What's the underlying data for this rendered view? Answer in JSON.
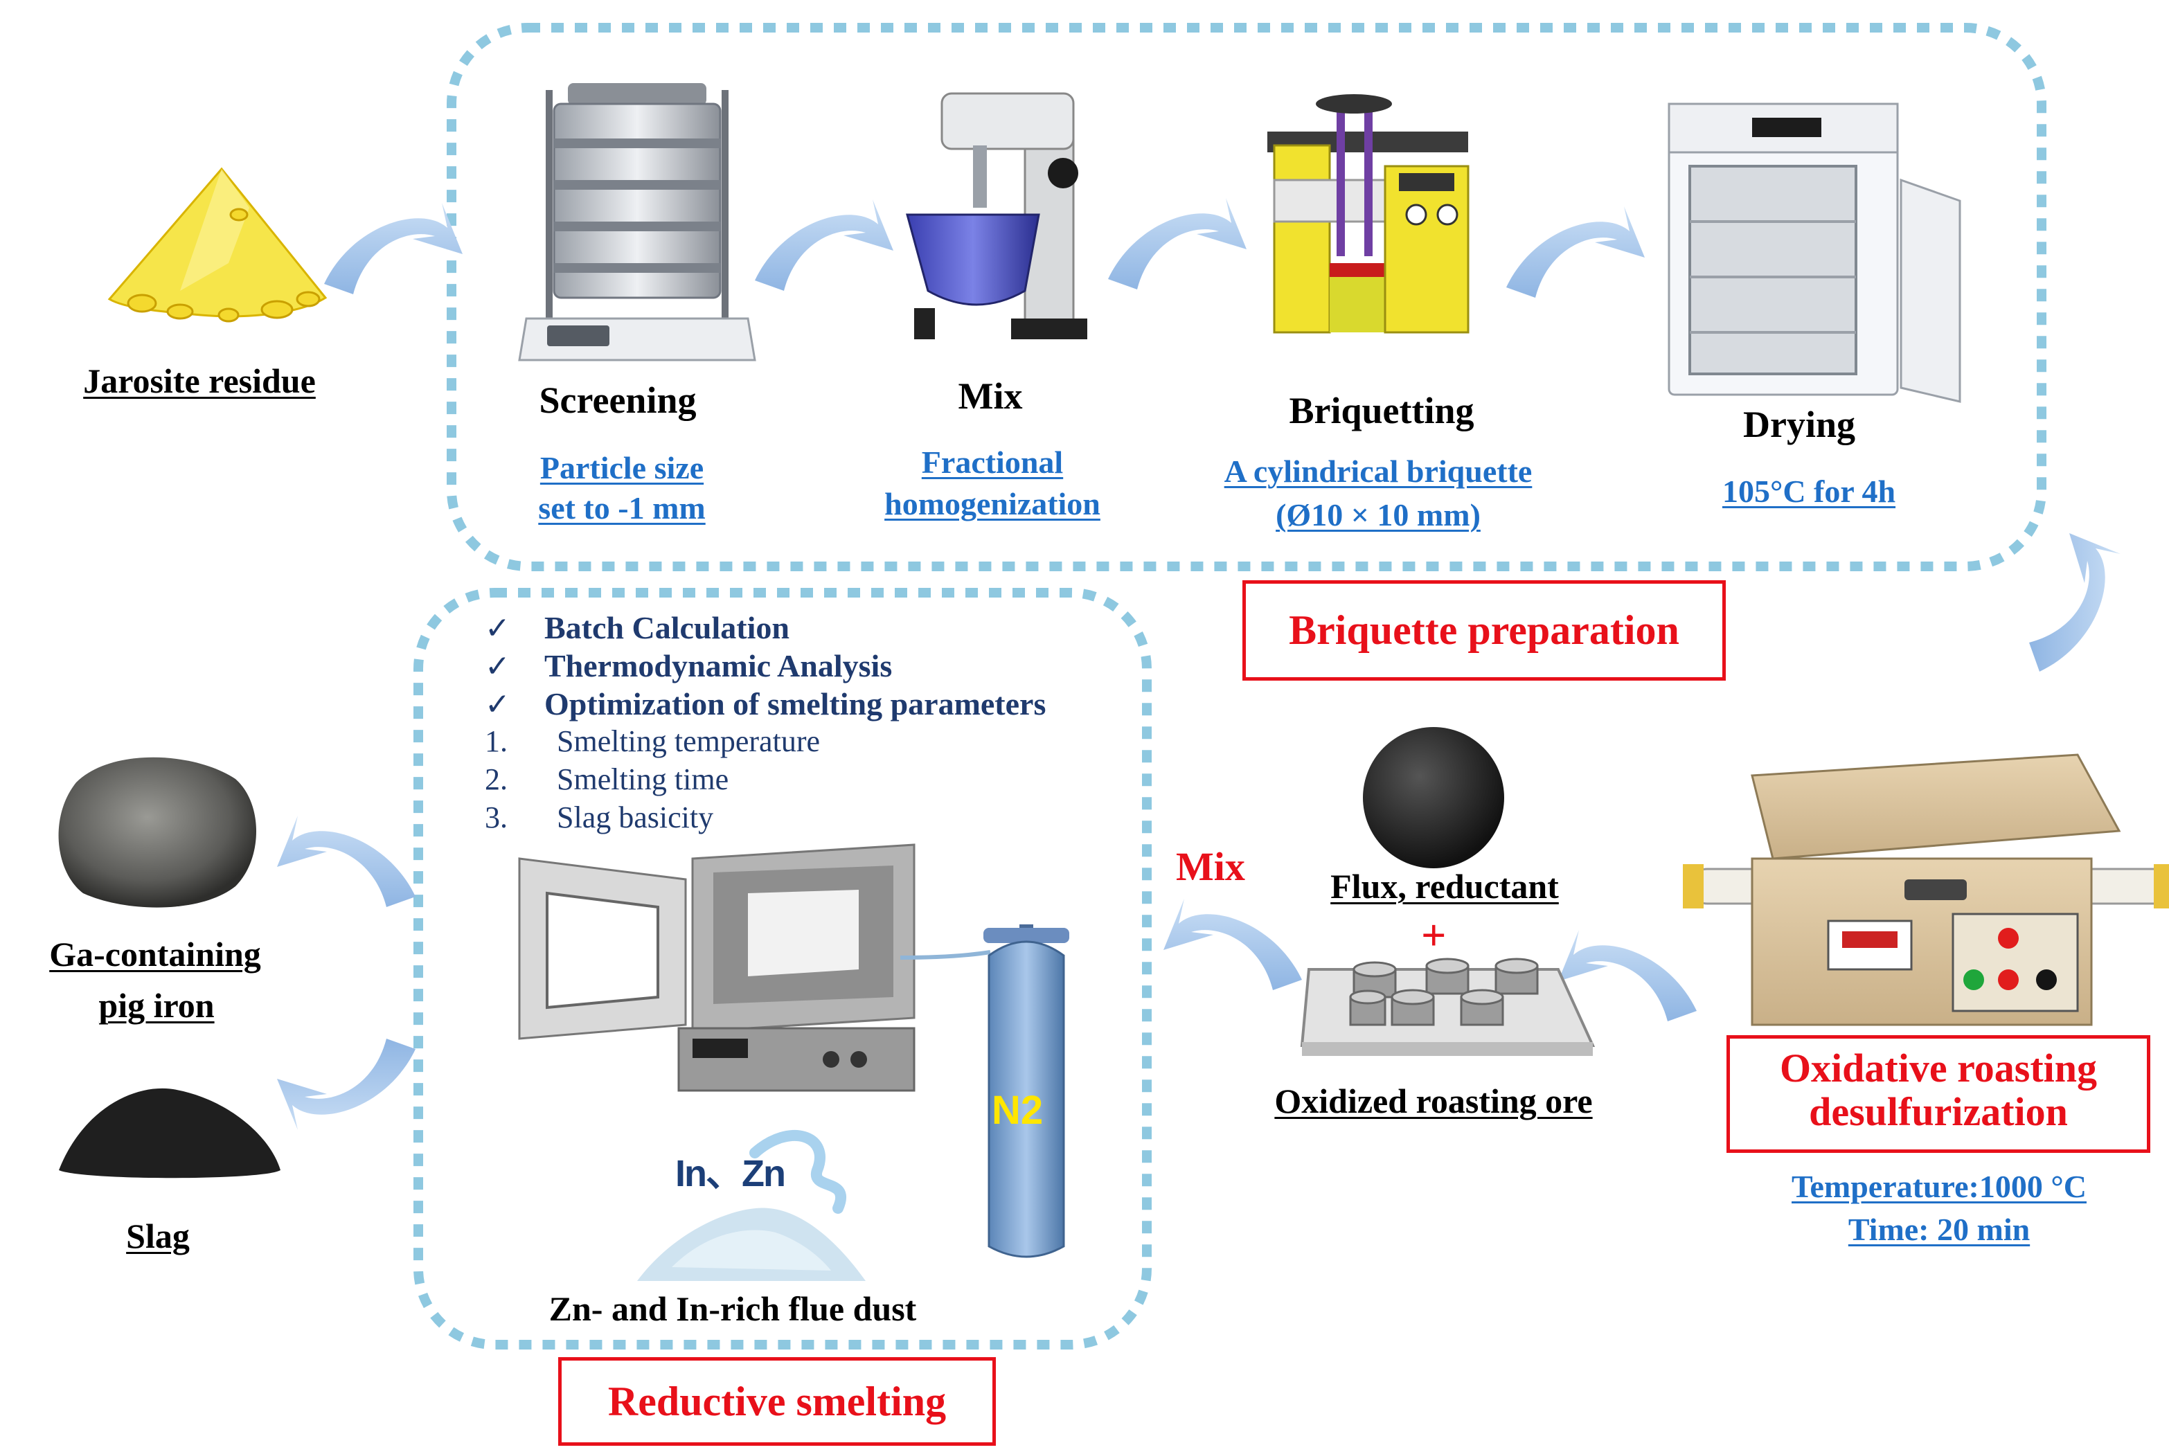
{
  "raw_material": {
    "label": "Jarosite residue"
  },
  "briquette_steps": [
    {
      "name": "Screening",
      "detail_lines": [
        "Particle size",
        "set to -1 mm"
      ]
    },
    {
      "name": "Mix",
      "detail_lines": [
        "Fractional",
        "homogenization"
      ]
    },
    {
      "name": "Briquetting",
      "detail_lines": [
        "A cylindrical briquette",
        "(Ø10 × 10 mm)"
      ]
    },
    {
      "name": "Drying",
      "detail_lines": [
        "105°C for 4h"
      ]
    }
  ],
  "stages": {
    "briquette_preparation": "Briquette preparation",
    "oxidative_roasting_lines": [
      "Oxidative roasting",
      "desulfurization"
    ],
    "reductive_smelting": "Reductive smelting"
  },
  "roasting_conditions": [
    "Temperature:1000 °C",
    "Time: 20 min"
  ],
  "roasting_products": {
    "flux_label": "Flux, reductant",
    "plus": "+",
    "ore_label": "Oxidized  roasting  ore",
    "mix_label": "Mix"
  },
  "smelting_checklist": {
    "checked": [
      "Batch Calculation",
      "Thermodynamic Analysis",
      "Optimization of smelting parameters"
    ],
    "numbered": [
      {
        "num": "1.",
        "text": "Smelting  temperature"
      },
      {
        "num": "2.",
        "text": "Smelting  time"
      },
      {
        "num": "3.",
        "text": "Slag basicity"
      }
    ]
  },
  "smelting_equipment": {
    "gas_label": "N2",
    "dust_elements": "In、Zn",
    "dust_label": "Zn-  and In-rich  flue dust"
  },
  "final_products": {
    "pig_iron_lines": [
      "Ga-containing",
      "pig iron"
    ],
    "slag": "Slag"
  },
  "colors": {
    "dashed_border": "#8ec8e0",
    "arrow_blue": "#9fc3ea",
    "accent_red": "#e8101a",
    "link_blue": "#1f6fc7",
    "checklist_navy": "#1f3a6e",
    "n2_yellow": "#ffe600"
  }
}
